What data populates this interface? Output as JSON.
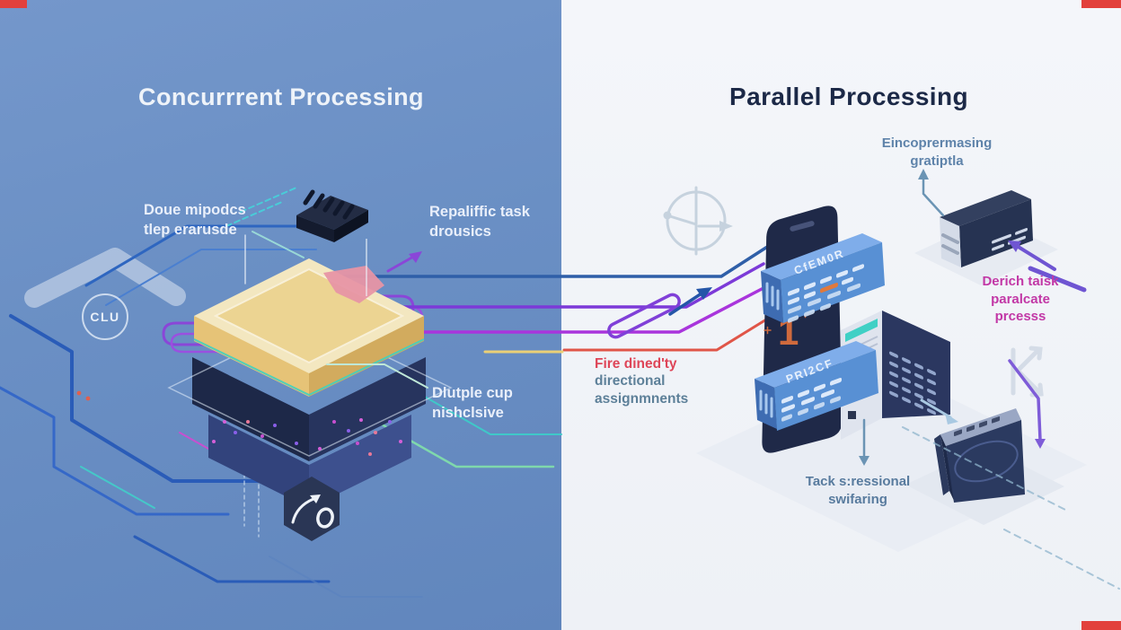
{
  "left": {
    "title": "Concurrrent Processing",
    "labels": {
      "modules": [
        "Doue mipodcs",
        "tlep erarusde"
      ],
      "task": [
        "Repaliffic task",
        "drousics"
      ],
      "cup": [
        "Dlutple cup",
        "nishclsive"
      ]
    },
    "chip_badge": "CLU"
  },
  "right": {
    "title": "Parallel Processing",
    "labels": {
      "encompass": [
        "Eincoprermasing",
        "gratiptla"
      ],
      "derich": [
        "Derich taisk",
        "paralcate",
        "prcesss"
      ],
      "tack": [
        "Tack s:ressional",
        "swifaring"
      ],
      "fire": [
        "Fire dined'ty",
        "directional",
        "assignmnents"
      ]
    },
    "memory_module": "CfEM0R",
    "process_module": "PRI2CF",
    "phone_digit": "1"
  },
  "colors": {
    "left_bg": "#6a8fc4",
    "right_bg": "#f4f6f9",
    "left_title": "#eef3f9",
    "right_title": "#1c2947",
    "corner_red": "#e2413c",
    "flow_blue": "#2f5fa8",
    "flow_purple": "#7c3ad8",
    "flow_violet": "#a935dc",
    "flow_red": "#e05548",
    "flow_yellow": "#ead077",
    "label_pink": "#c238a6",
    "label_slate": "#5d8099",
    "label_steel": "#5e83aa",
    "chip_gold": "#f3e7c0",
    "module_blue": "#5890d4",
    "phone_navy": "#1f2948",
    "digit_orange": "#cf6a3d",
    "teal_edge": "#3fd0c0"
  }
}
